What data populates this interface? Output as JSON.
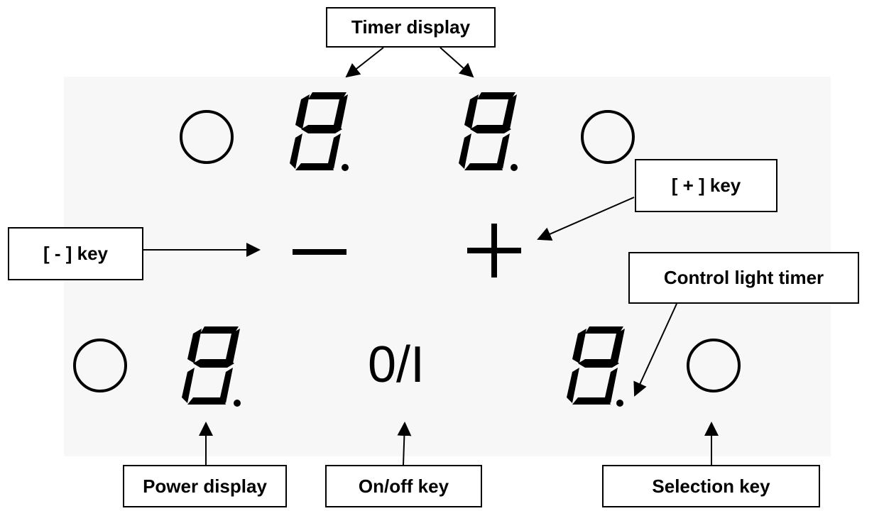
{
  "labels": {
    "timer_display": "Timer display",
    "plus_key": "[ + ] key",
    "minus_key": "[ - ] key",
    "control_light_timer": "Control light timer",
    "power_display": "Power display",
    "onoff_key": "On/off key",
    "selection_key": "Selection key"
  },
  "symbols": {
    "onoff": "0/I"
  },
  "colors": {
    "ink": "#000000",
    "panel_background": "#f7f7f7"
  }
}
